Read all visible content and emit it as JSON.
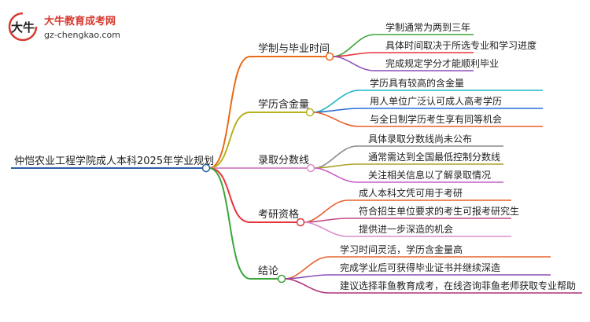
{
  "logo": {
    "title": "大牛教育成考网",
    "url": "gz-chengkao.com",
    "mark_text": "大牛"
  },
  "root": {
    "label": "仲恺农业工程学院成人本科2025年学业规划",
    "color": "#2e5fa8"
  },
  "branches": [
    {
      "label": "学制与毕业时间",
      "color": "#e86b17",
      "children": [
        "学制通常为两到三年",
        "具体时间取决于所选专业和学习进度",
        "完成规定学分才能顺利毕业"
      ],
      "child_colors": [
        "#3aa63a",
        "#e8333a",
        "#8e4fb8"
      ]
    },
    {
      "label": "学历含金量",
      "color": "#b7b21e",
      "children": [
        "学历具有较高的含金量",
        "用人单位广泛认可成人高考学历",
        "与全日制学历考生享有同等机会"
      ],
      "child_colors": [
        "#1fb5c9",
        "#2a6fd6",
        "#e8602c"
      ]
    },
    {
      "label": "录取分数线",
      "color": "#d98fc7",
      "children": [
        "具体录取分数线尚未公布",
        "通常需达到全国最低控制分数线",
        "关注相关信息以了解录取情况"
      ],
      "child_colors": [
        "#8a8a8a",
        "#a8a42a",
        "#c85fc8"
      ]
    },
    {
      "label": "考研资格",
      "color": "#e8333a",
      "children": [
        "成人本科文凭可用于考研",
        "符合招生单位要求的考生可报考研究生",
        "提供进一步深造的机会"
      ],
      "child_colors": [
        "#e8602c",
        "#c24a8a",
        "#d98fc7"
      ]
    },
    {
      "label": "结论",
      "color": "#3aa63a",
      "children": [
        "学习时间灵活，学历含金量高",
        "完成学业后可获得毕业证书并继续深造",
        "建议选择菲鱼教育成考，在线咨询菲鱼老师获取专业帮助"
      ],
      "child_colors": [
        "#e8602c",
        "#8e4fb8",
        "#b0307a"
      ]
    }
  ]
}
